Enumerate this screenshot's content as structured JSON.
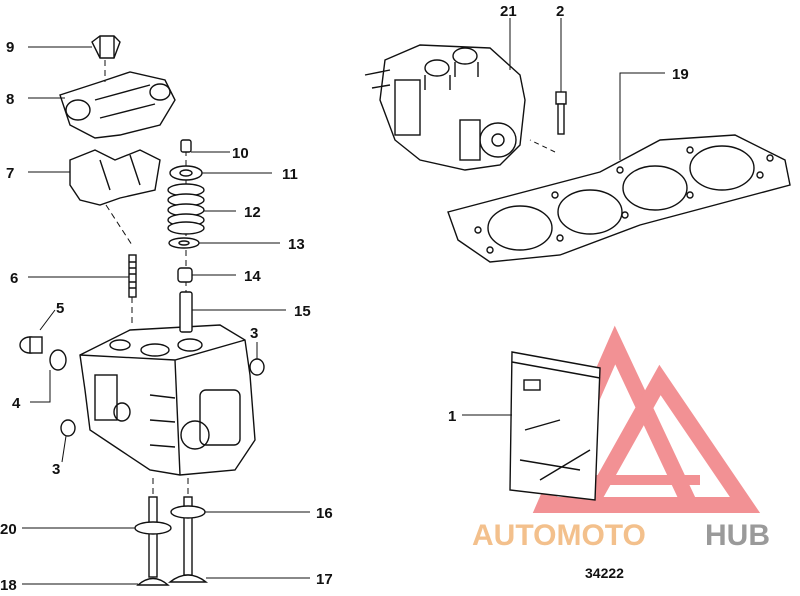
{
  "callouts": {
    "c1": "1",
    "c2": "2",
    "c3a": "3",
    "c3b": "3",
    "c4": "4",
    "c5": "5",
    "c6": "6",
    "c7": "7",
    "c8": "8",
    "c9": "9",
    "c10": "10",
    "c11": "11",
    "c12": "12",
    "c13": "13",
    "c14": "14",
    "c15": "15",
    "c16": "16",
    "c17": "17",
    "c18": "18",
    "c19": "19",
    "c20": "20",
    "c21": "21"
  },
  "reference_number": "34222",
  "watermark": {
    "part1": "AUTOMOTO",
    "part2": "HUB"
  },
  "colors": {
    "line": "#111111",
    "watermark_red": "#e8383d",
    "watermark_orange": "#f3c08c",
    "watermark_gray": "#9a9a9a"
  }
}
